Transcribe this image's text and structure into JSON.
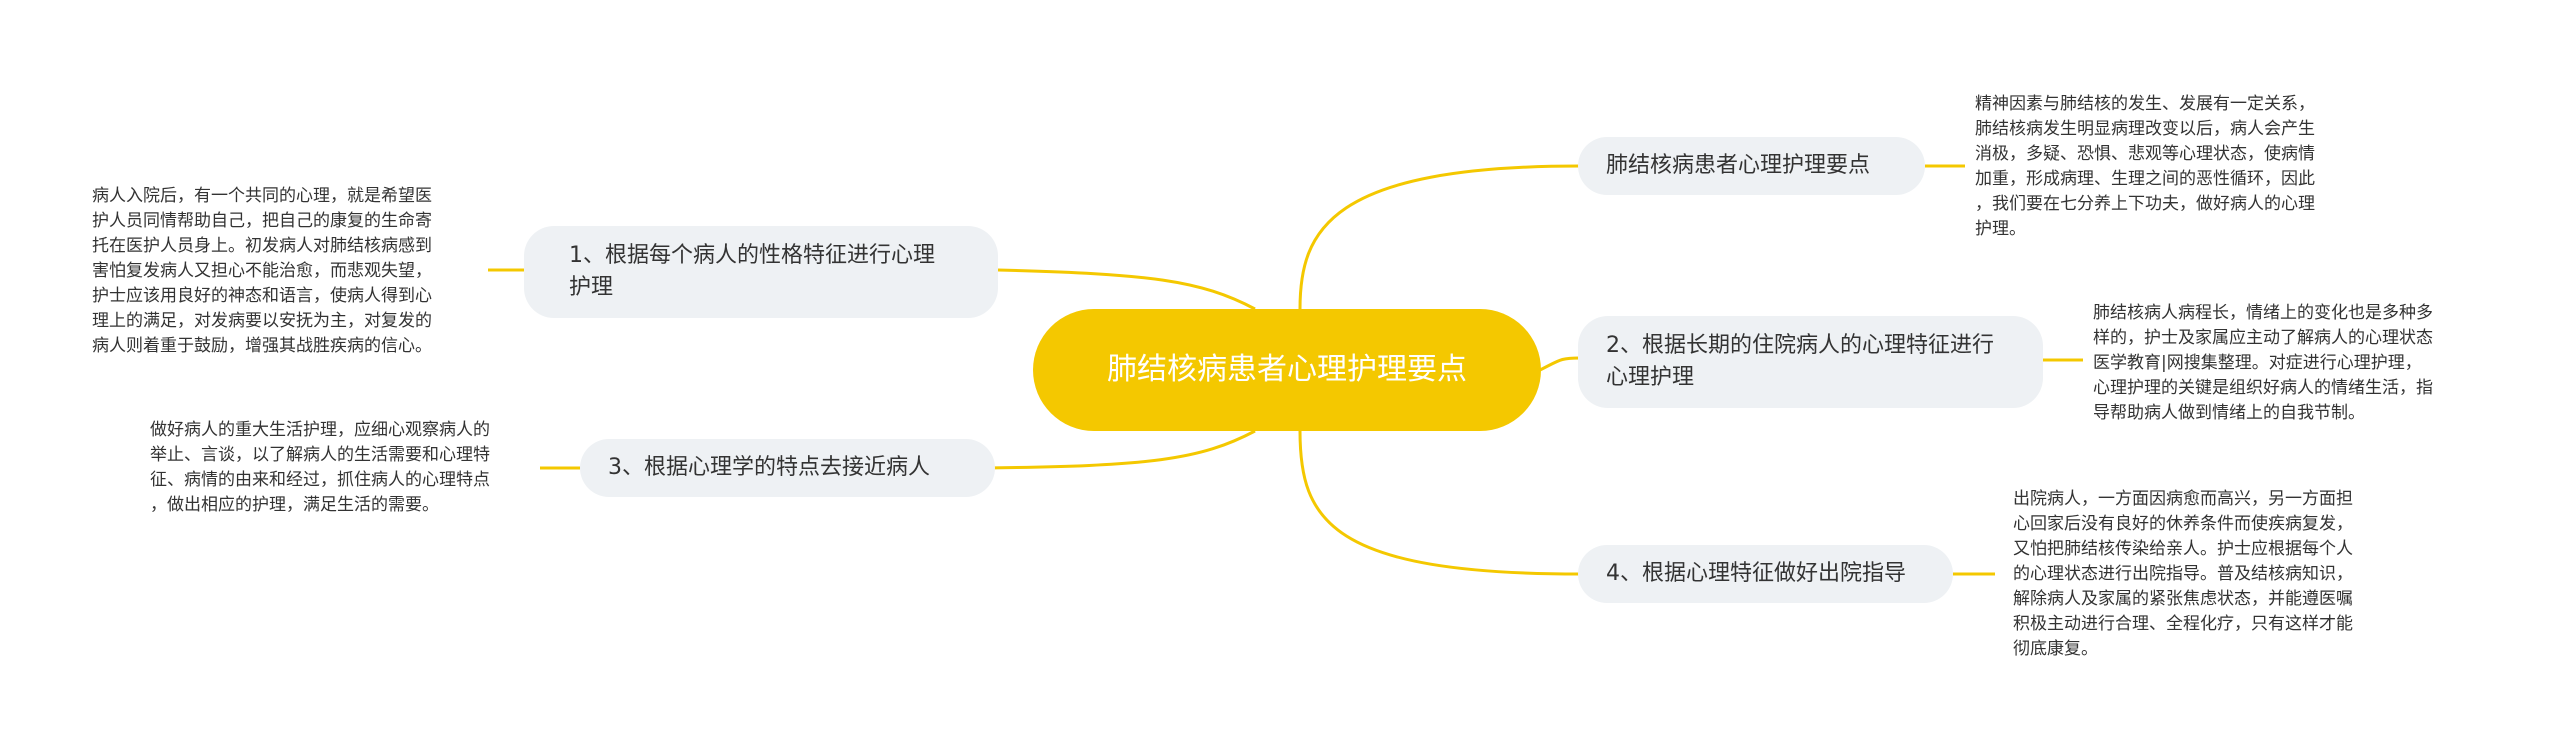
{
  "center": {
    "label": "肺结核病患者心理护理要点"
  },
  "branches": [
    {
      "label": "肺结核病患者心理护理要点",
      "note": "精神因素与肺结核的发生、发展有一定关系，\n肺结核病发生明显病理改变以后，病人会产生\n消极，多疑、恐惧、悲观等心理状态，使病情\n加重，形成病理、生理之间的恶性循环，因此\n，我们要在七分养上下功夫，做好病人的心理\n护理。"
    },
    {
      "label": "2、根据长期的住院病人的心理特征进行心理护理",
      "note": "肺结核病人病程长，情绪上的变化也是多种多\n样的，护士及家属应主动了解病人的心理状态\n医学教育|网搜集整理。对症进行心理护理，\n心理护理的关键是组织好病人的情绪生活，指\n导帮助病人做到情绪上的自我节制。"
    },
    {
      "label": "4、根据心理特征做好出院指导",
      "note": "出院病人，一方面因病愈而高兴，另一方面担\n心回家后没有良好的休养条件而使疾病复发，\n又怕把肺结核传染给亲人。护士应根据每个人\n的心理状态进行出院指导。普及结核病知识，\n解除病人及家属的紧张焦虑状态，并能遵医嘱\n积极主动进行合理、全程化疗，只有这样才能\n彻底康复。"
    },
    {
      "label": "1、根据每个病人的性格特征进行心理护理",
      "note": "病人入院后，有一个共同的心理，就是希望医\n护人员同情帮助自己，把自己的康复的生命寄\n托在医护人员身上。初发病人对肺结核病感到\n害怕复发病人又担心不能治愈，而悲观失望，\n护士应该用良好的神态和语言，使病人得到心\n理上的满足，对发病要以安抚为主，对复发的\n病人则着重于鼓励，增强其战胜疾病的信心。"
    },
    {
      "label": "3、根据心理学的特点去接近病人",
      "note": "做好病人的重大生活护理，应细心观察病人的\n举止、言谈，以了解病人的生活需要和心理特\n征、病情的由来和经过，抓住病人的心理特点\n，做出相应的护理，满足生活的需要。"
    }
  ],
  "colors": {
    "center_fill": "#f4c800",
    "connector": "#f4c800",
    "branch_fill": "#eef1f4",
    "text": "#333333"
  }
}
